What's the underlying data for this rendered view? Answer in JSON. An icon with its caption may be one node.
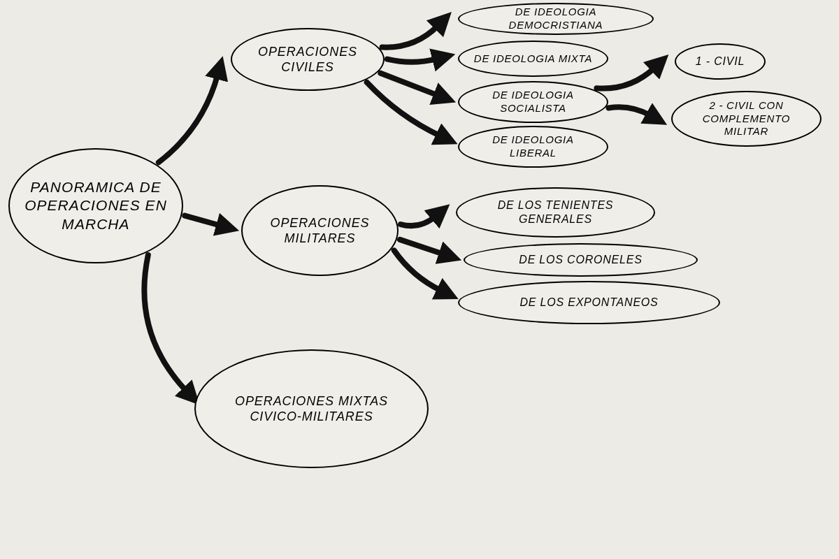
{
  "diagram": {
    "nodes": [
      {
        "text": [
          "PANORAMICA DE OPERACIONES EN MARCHA"
        ]
      },
      {
        "text": [
          "OPERACIONES CIVILES"
        ]
      },
      {
        "text": [
          "DE IDEOLOGIA DEMOCRISTIANA"
        ]
      },
      {
        "text": [
          "DE IDEOLOGIA MIXTA"
        ]
      },
      {
        "text": [
          "DE IDEOLOGIA SOCIALISTA"
        ]
      },
      {
        "text": [
          "DE IDEOLOGIA LIBERAL"
        ]
      },
      {
        "text": [
          "1 - CIVIL"
        ]
      },
      {
        "text": [
          "2 - CIVIL CON COMPLEMENTO MILITAR"
        ]
      },
      {
        "text": [
          "OPERACIONES MILITARES"
        ]
      },
      {
        "text": [
          "DE LOS TENIENTES GENERALES"
        ]
      },
      {
        "text": [
          "DE LOS CORONELES"
        ]
      },
      {
        "text": [
          "DE LOS EXPONTANEOS"
        ]
      },
      {
        "text": [
          "OPERACIONES MIXTAS CIVICO-MILITARES"
        ]
      }
    ],
    "edges": [
      {
        "from": 0,
        "to": 1,
        "arrow": "to"
      },
      {
        "from": 0,
        "to": 8,
        "arrow": "to"
      },
      {
        "from": 0,
        "to": 12,
        "arrow": "to"
      },
      {
        "from": 1,
        "to": 2,
        "arrow": "to"
      },
      {
        "from": 1,
        "to": 3,
        "arrow": "to"
      },
      {
        "from": 1,
        "to": 4,
        "arrow": "to"
      },
      {
        "from": 1,
        "to": 5,
        "arrow": "to"
      },
      {
        "from": 4,
        "to": 6,
        "arrow": "to"
      },
      {
        "from": 4,
        "to": 7,
        "arrow": "to"
      },
      {
        "from": 8,
        "to": 9,
        "arrow": "to"
      },
      {
        "from": 8,
        "to": 10,
        "arrow": "to"
      },
      {
        "from": 8,
        "to": 11,
        "arrow": "to"
      }
    ]
  }
}
